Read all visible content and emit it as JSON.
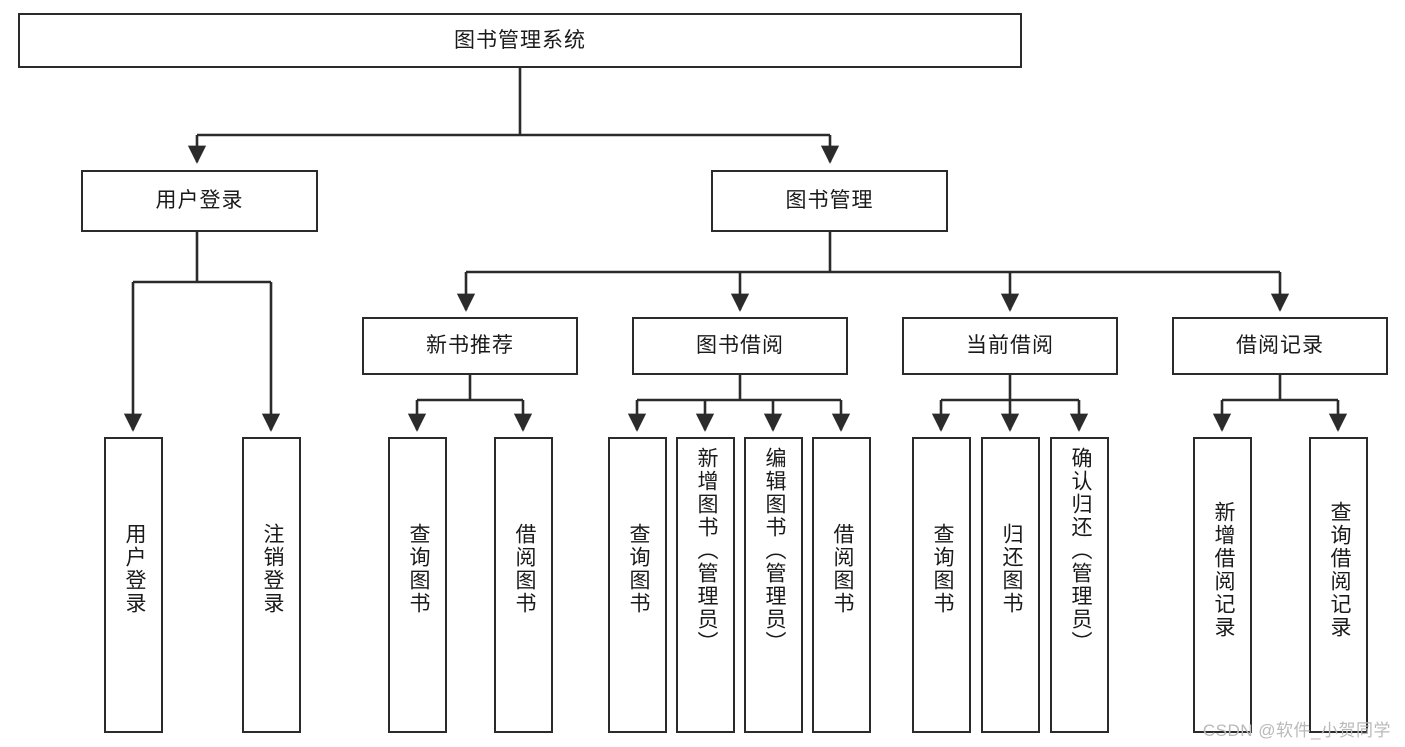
{
  "diagram": {
    "title": "图书管理系统",
    "type": "tree",
    "watermark": "CSDN @软件_小贺同学",
    "colors": {
      "stroke": "#2b2b2b",
      "fill": "#ffffff",
      "text": "#1a1a1a",
      "watermark": "#b9b9b9"
    },
    "root": {
      "id": "root",
      "label": "图书管理系统",
      "orientation": "horizontal"
    },
    "level2": [
      {
        "id": "user-login",
        "label": "用户登录",
        "orientation": "horizontal"
      },
      {
        "id": "book-manage",
        "label": "图书管理",
        "orientation": "horizontal"
      }
    ],
    "level3": [
      {
        "id": "new-book-recommend",
        "label": "新书推荐",
        "orientation": "horizontal",
        "parent": "book-manage"
      },
      {
        "id": "book-borrow",
        "label": "图书借阅",
        "orientation": "horizontal",
        "parent": "book-manage"
      },
      {
        "id": "current-borrow",
        "label": "当前借阅",
        "orientation": "horizontal",
        "parent": "book-manage"
      },
      {
        "id": "borrow-record",
        "label": "借阅记录",
        "orientation": "horizontal",
        "parent": "book-manage"
      }
    ],
    "leaves": {
      "user-login": [
        {
          "id": "leaf-user-login",
          "label": "用户登录"
        },
        {
          "id": "leaf-user-logout",
          "label": "注销登录"
        }
      ],
      "new-book-recommend": [
        {
          "id": "leaf-query-book-1",
          "label": "查询图书"
        },
        {
          "id": "leaf-borrow-book-1",
          "label": "借阅图书"
        }
      ],
      "book-borrow": [
        {
          "id": "leaf-query-book-2",
          "label": "查询图书"
        },
        {
          "id": "leaf-add-book",
          "label": "新增图书（管理员）"
        },
        {
          "id": "leaf-edit-book",
          "label": "编辑图书（管理员）"
        },
        {
          "id": "leaf-borrow-book-2",
          "label": "借阅图书"
        }
      ],
      "current-borrow": [
        {
          "id": "leaf-query-book-3",
          "label": "查询图书"
        },
        {
          "id": "leaf-return-book",
          "label": "归还图书"
        },
        {
          "id": "leaf-confirm-return",
          "label": "确认归还（管理员）"
        }
      ],
      "borrow-record": [
        {
          "id": "leaf-add-record",
          "label": "新增借阅记录"
        },
        {
          "id": "leaf-query-record",
          "label": "查询借阅记录"
        }
      ]
    }
  }
}
